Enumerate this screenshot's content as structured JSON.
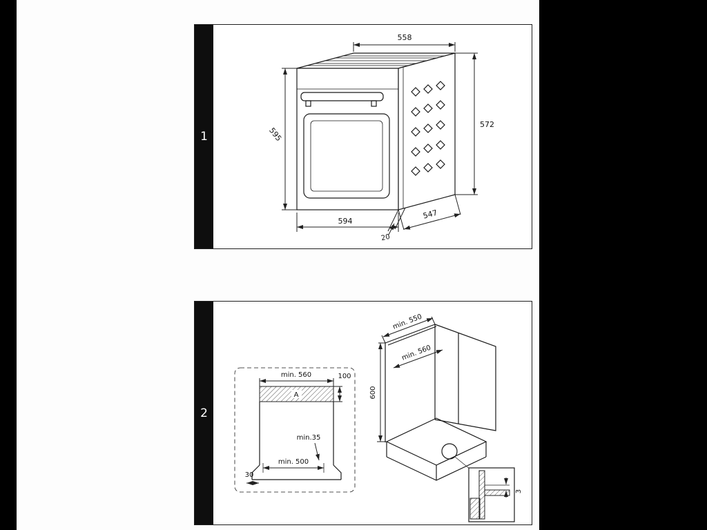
{
  "figure1": {
    "number": "1",
    "dims": {
      "top_width": "558",
      "front_height": "595",
      "back_height": "572",
      "bottom_width": "594",
      "depth": "547",
      "front_overhang": "20"
    }
  },
  "figure2": {
    "number": "2",
    "niche": {
      "width_top": "min. 560",
      "strip_height": "100",
      "strip_label": "A",
      "rear_clearance": "min.35",
      "width_bottom": "min. 500",
      "front_gap": "30"
    },
    "cabinet": {
      "depth_top": "min. 550",
      "depth_inner": "min. 560",
      "height": "600"
    },
    "detail_gap": "3"
  }
}
